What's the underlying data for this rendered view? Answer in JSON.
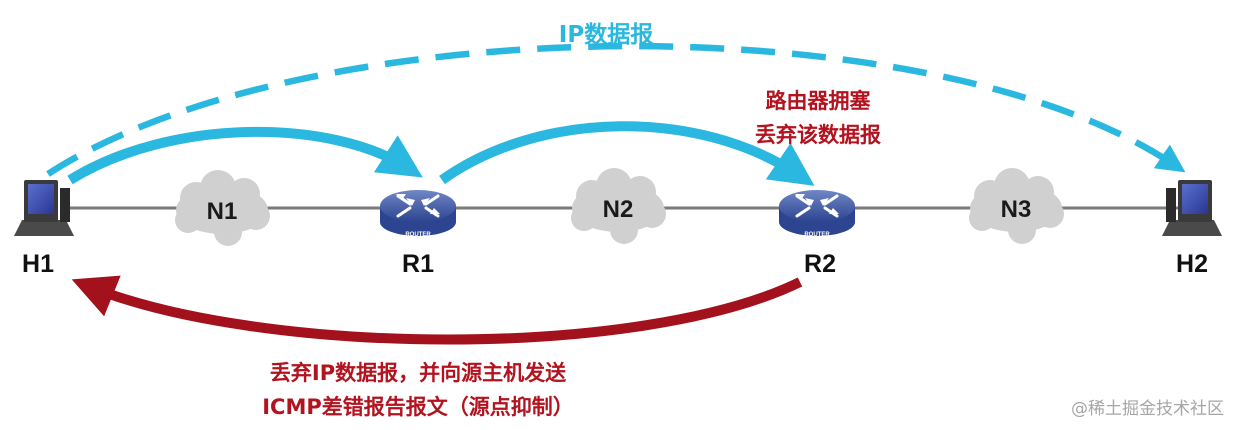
{
  "colors": {
    "blue_arrow": "#2bb8e0",
    "red_arrow": "#a3111c",
    "red_text": "#b3121f",
    "line": "#7a7a7a",
    "cloud": "#d0d0d0",
    "router": "#3f5ba8",
    "watermark": "#a6a6a6"
  },
  "labels": {
    "datagram": "IP数据报",
    "congestion_line1": "路由器拥塞",
    "congestion_line2": "丢弃该数据报",
    "icmp_line1": "丢弃IP数据报，并向源主机发送",
    "icmp_line2": "ICMP差错报告报文（源点抑制）",
    "watermark": "@稀土掘金技术社区"
  },
  "nodes": {
    "h1": "H1",
    "h2": "H2",
    "r1": "R1",
    "r2": "R2",
    "router_badge": "ROUTER"
  },
  "networks": {
    "n1": "N1",
    "n2": "N2",
    "n3": "N3"
  },
  "icons": {
    "host": "computer-icon",
    "router": "router-icon",
    "network": "cloud-icon"
  }
}
